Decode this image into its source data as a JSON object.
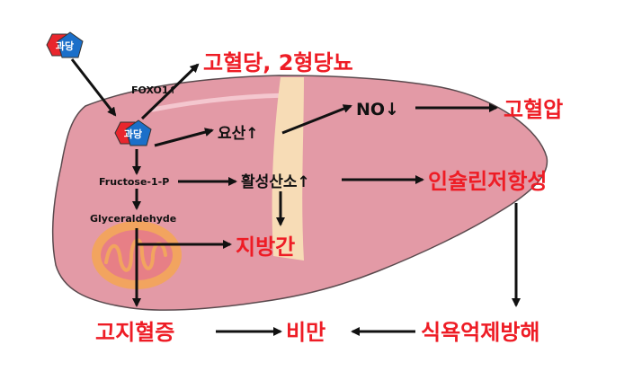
{
  "colors": {
    "liver": "#e39aa6",
    "liver_stroke": "#5a4a4e",
    "ligament": "#f7dcb6",
    "mito_outer": "#f2a45f",
    "mito_inner": "#e77f86",
    "hex_red": "#e8262d",
    "hex_blue": "#1b6fc9",
    "outcome_red": "#ee1c25",
    "arrow": "#111111"
  },
  "icons": {
    "fructose": "pentagon-hexagon-icon",
    "mitochondria": "mitochondria-icon"
  },
  "molecule_label": "과당",
  "intermediates": {
    "foxo1": "FOXO1↑",
    "uric_acid": "요산↑",
    "no": "NO↓",
    "fructose_1p": "Fructose-1-P",
    "ros": "활성산소↑",
    "glyceraldehyde": "Glyceraldehyde"
  },
  "outcomes": {
    "hyperglycemia_t2d": "고혈당, 2형당뇨",
    "hypertension": "고혈압",
    "insulin_resistance": "인슐린저항성",
    "fatty_liver": "지방간",
    "hyperlipidemia": "고지혈증",
    "obesity": "비만",
    "appetite_disruption": "식욕억제방해"
  }
}
